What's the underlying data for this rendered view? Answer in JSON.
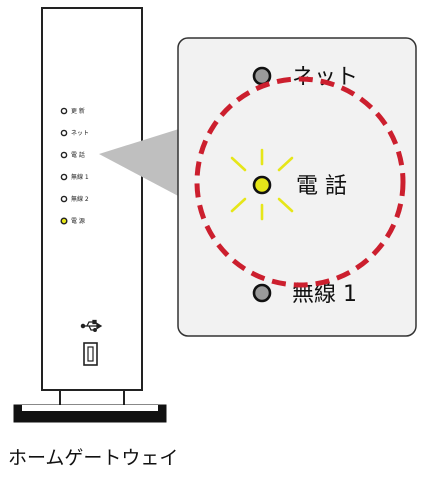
{
  "device": {
    "name": "ホームゲートウェイ",
    "indicators": [
      {
        "label": "更 新",
        "state": "off"
      },
      {
        "label": "ネット",
        "state": "off"
      },
      {
        "label": "電 話",
        "state": "off"
      },
      {
        "label": "無線 1",
        "state": "off"
      },
      {
        "label": "無線 2",
        "state": "off"
      },
      {
        "label": "電 源",
        "state": "on"
      }
    ],
    "usb_symbol": "usb-icon"
  },
  "zoom": {
    "lamps": [
      {
        "label": "ネット",
        "state": "off"
      },
      {
        "label": "電 話",
        "state": "blinking"
      },
      {
        "label": "無線 1",
        "state": "off"
      }
    ]
  },
  "colors": {
    "lamp_on": "#e6e619",
    "lamp_off": "#9a9a9a",
    "highlight_circle": "#cc1f2e",
    "callout_fill": "#f2f2f2",
    "outline": "#222222"
  }
}
